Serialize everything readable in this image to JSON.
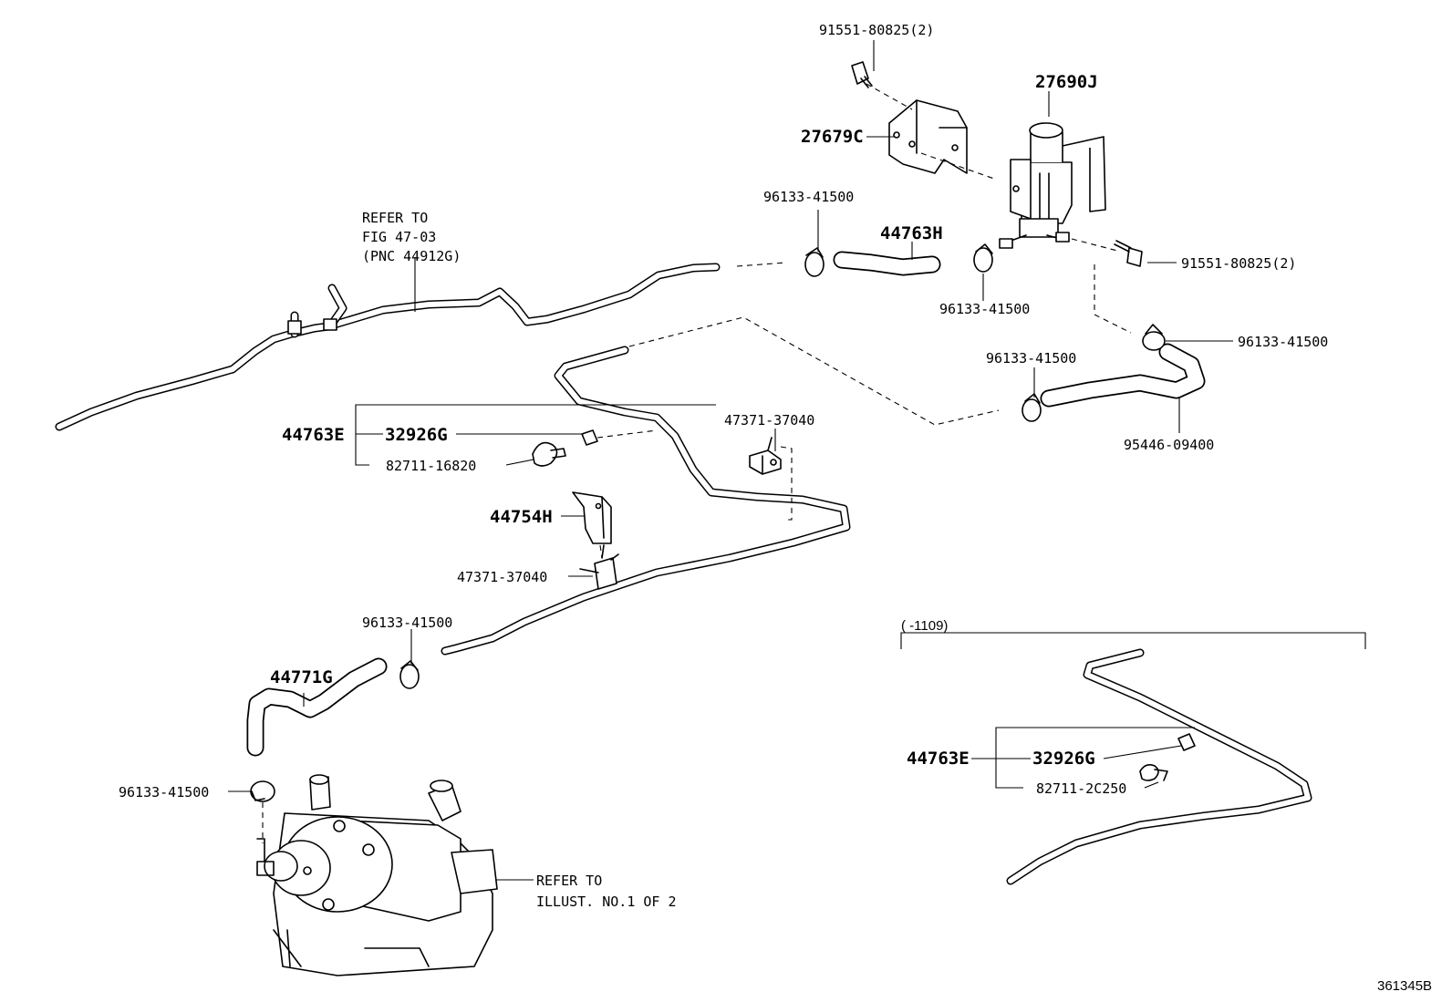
{
  "diagram_id": "361345B",
  "variant_range": "(      -1109)",
  "labels": {
    "bolt_top": "91551-80825(2)",
    "vsv": "27690J",
    "bracket": "27679C",
    "clamp_a": "96133-41500",
    "hose_h": "44763H",
    "clamp_b": "96133-41500",
    "bolt_right": "91551-80825(2)",
    "clamp_c": "96133-41500",
    "clamp_d": "96133-41500",
    "hose_95446": "95446-09400",
    "refer_fig_1": "REFER TO",
    "refer_fig_2": "FIG 47-03",
    "refer_fig_3": "(PNC 44912G)",
    "pipe_e": "44763E",
    "pipe_32926": "32926G",
    "clip_82711": "82711-16820",
    "clamp_47371_a": "47371-37040",
    "bracket_44754": "44754H",
    "clamp_47371_b": "47371-37040",
    "clamp_e": "96133-41500",
    "hose_44771": "44771G",
    "clamp_f": "96133-41500",
    "refer_illust_1": "REFER TO",
    "refer_illust_2": "ILLUST. NO.1 OF 2",
    "alt_pipe_e": "44763E",
    "alt_pipe_32926": "32926G",
    "alt_clip": "82711-2C250"
  }
}
